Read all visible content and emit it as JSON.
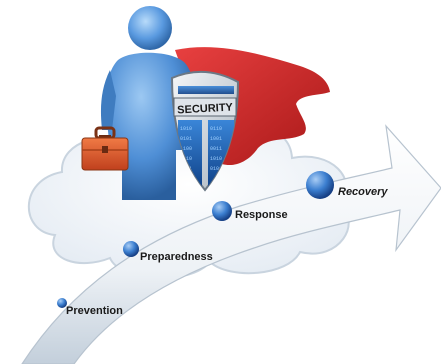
{
  "figure": {
    "shield": {
      "text": "SECURITY",
      "icon": "security-shield-icon"
    },
    "person": {
      "icon": "superhero-person-icon"
    },
    "briefcase": {
      "icon": "briefcase-icon"
    },
    "cloud": {
      "icon": "cloud-icon"
    },
    "arrow": {
      "icon": "curved-progress-arrow"
    }
  },
  "stages": [
    {
      "label": "Prevention"
    },
    {
      "label": "Preparedness"
    },
    {
      "label": "Response"
    },
    {
      "label": "Recovery"
    }
  ],
  "colors": {
    "arrow_light": "#f2f5f8",
    "arrow_dark": "#b9c6d3",
    "dot": "#2f6fc4",
    "person": "#4f8fd6",
    "cape": "#d42a2a",
    "briefcase": "#d9532a",
    "shield_text": "#1a1a1a"
  }
}
